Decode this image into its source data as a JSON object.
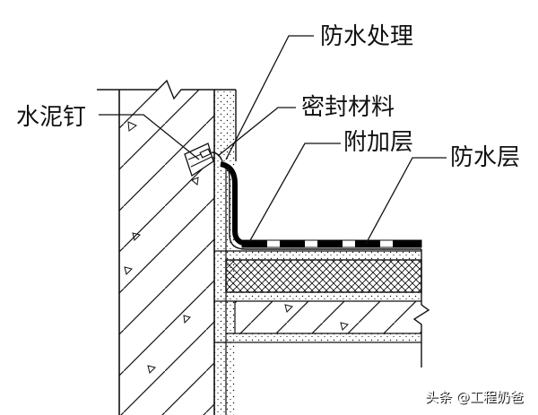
{
  "labels": {
    "waterproofing_treatment": "防水处理",
    "cement_nail": "水泥钉",
    "sealing_material": "密封材料",
    "additional_layer": "附加层",
    "waterproof_layer": "防水层"
  },
  "watermark": "头条 @工程奶爸",
  "colors": {
    "line": "#111111",
    "membrane": "#000000",
    "background": "#ffffff",
    "watermark_shadow": "#555555"
  }
}
